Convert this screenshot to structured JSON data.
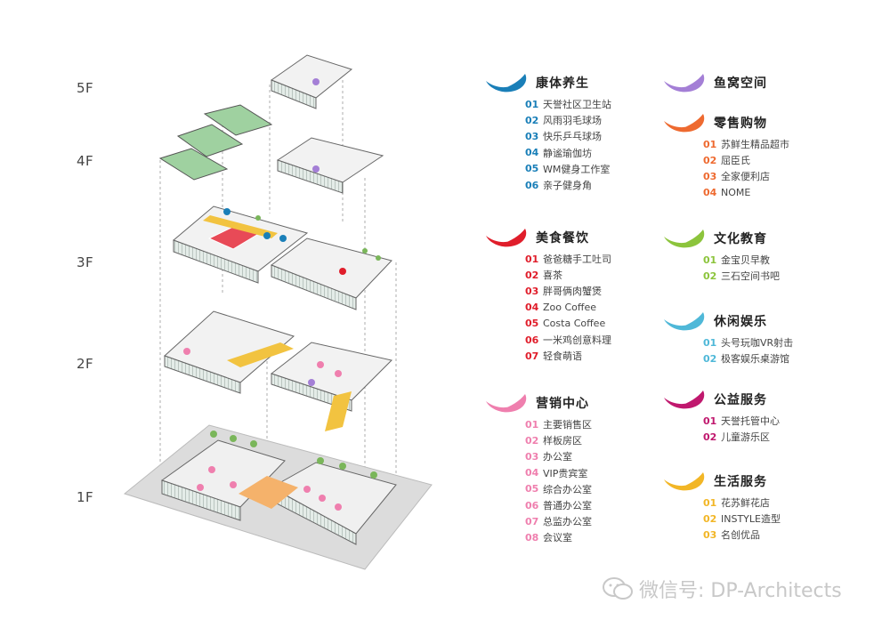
{
  "floors": [
    "5F",
    "4F",
    "3F",
    "2F",
    "1F"
  ],
  "legend": [
    {
      "title": "康体养生",
      "color": "#1a7fb8",
      "items": [
        {
          "num": "01",
          "text": "天誉社区卫生站"
        },
        {
          "num": "02",
          "text": "风雨羽毛球场"
        },
        {
          "num": "03",
          "text": "快乐乒乓球场"
        },
        {
          "num": "04",
          "text": "静谧瑜伽坊"
        },
        {
          "num": "05",
          "text": "WM健身工作室"
        },
        {
          "num": "06",
          "text": "亲子健身角"
        }
      ]
    },
    {
      "title": "美食餐饮",
      "color": "#e01e2b",
      "items": [
        {
          "num": "01",
          "text": "爸爸糖手工吐司"
        },
        {
          "num": "02",
          "text": "喜茶"
        },
        {
          "num": "03",
          "text": "胖哥俩肉蟹煲"
        },
        {
          "num": "04",
          "text": "Zoo Coffee"
        },
        {
          "num": "05",
          "text": "Costa Coffee"
        },
        {
          "num": "06",
          "text": "一米鸡创意料理"
        },
        {
          "num": "07",
          "text": "轻食萌语"
        }
      ]
    },
    {
      "title": "营销中心",
      "color": "#ef7fae",
      "items": [
        {
          "num": "01",
          "text": "主要销售区"
        },
        {
          "num": "02",
          "text": "样板房区"
        },
        {
          "num": "03",
          "text": "办公室"
        },
        {
          "num": "04",
          "text": "VIP贵宾室"
        },
        {
          "num": "05",
          "text": "综合办公室"
        },
        {
          "num": "06",
          "text": "普通办公室"
        },
        {
          "num": "07",
          "text": "总监办公室"
        },
        {
          "num": "08",
          "text": "会议室"
        }
      ]
    },
    {
      "title": "鱼窝空间",
      "color": "#a47fd6",
      "items": []
    },
    {
      "title": "零售购物",
      "color": "#ee6a30",
      "items": [
        {
          "num": "01",
          "text": "苏鲜生精品超市"
        },
        {
          "num": "02",
          "text": "屈臣氏"
        },
        {
          "num": "03",
          "text": "全家便利店"
        },
        {
          "num": "04",
          "text": "NOME"
        }
      ]
    },
    {
      "title": "文化教育",
      "color": "#8cc43c",
      "items": [
        {
          "num": "01",
          "text": "金宝贝早教"
        },
        {
          "num": "02",
          "text": "三石空间书吧"
        }
      ]
    },
    {
      "title": "休闲娱乐",
      "color": "#4fb8d8",
      "items": [
        {
          "num": "01",
          "text": "头号玩咖VR射击"
        },
        {
          "num": "02",
          "text": "极客娱乐桌游馆"
        }
      ]
    },
    {
      "title": "公益服务",
      "color": "#c0186e",
      "items": [
        {
          "num": "01",
          "text": "天誉托管中心"
        },
        {
          "num": "02",
          "text": "儿童游乐区"
        }
      ]
    },
    {
      "title": "生活服务",
      "color": "#f2b626",
      "items": [
        {
          "num": "01",
          "text": "花苏鲜花店"
        },
        {
          "num": "02",
          "text": "INSTYLE造型"
        },
        {
          "num": "03",
          "text": "名创优品"
        }
      ]
    }
  ],
  "watermark": "微信号: DP-Architects"
}
